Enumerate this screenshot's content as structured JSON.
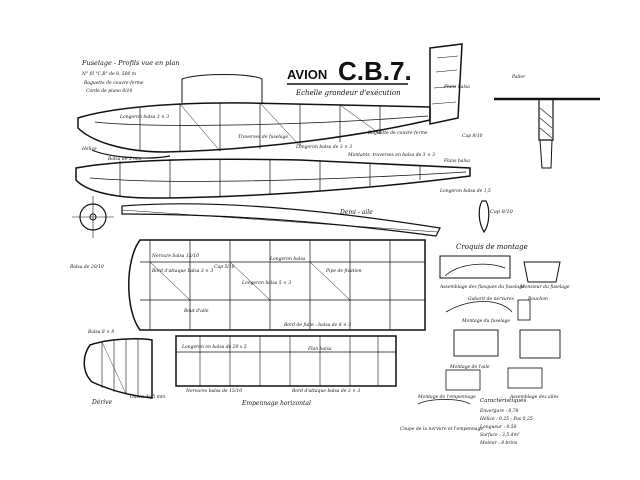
{
  "title": {
    "prefix": "AVION",
    "main": "C.B.7.",
    "subtitle": "Echelle grandeur d'exécution"
  },
  "labels": {
    "fuselage_title": "Fuselage - Profils vue en plan",
    "fuselage_note": "N° fil \"C.B\" de 8. 500 m",
    "fuselage_note2": "Baguette de couvre-ferme",
    "fuselage_note3": "Corde de piano 8/10",
    "longeron_fuselage": "Longeron balsa 3 × 3",
    "traverse_fuselage": "Traverses de fuselage",
    "baguette_cv": "Baguette de couvre-ferme",
    "longeron_balsa": "Longeron balsa de 3 × 3",
    "montants": "Montants, traverses en balsa de 3 × 3",
    "helice": "Hélice",
    "balsa_5": "Balsa de 5 mm",
    "flans_balsa": "Flans balsa",
    "longeron_balsa_15": "Longeron balsa de 1,5",
    "cap_1": "Cap 8/10",
    "cap_2": "Cap 8/10",
    "longeron_balsa_2": "Longeron balsa de 3 × 3",
    "palier": "Palier",
    "demi_aile": "Demi - aile",
    "croquis": "Croquis de montage",
    "nervure": "Nervure balsa 15/10",
    "bord_attaque": "Bord d'attaque balsa 3 × 3",
    "longeron_aile": "Longeron balsa",
    "cap_aile": "Cap 5/10",
    "longeron_5x3": "Longeron balsa 5 × 3",
    "bout_aile": "Bout d'aile",
    "bord_fuite": "Bord de fuite : balsa de 8 × 3",
    "pipe_fixation": "Pipe de fixation",
    "balsa_20": "Balsa de 20/10",
    "derive": "Dérive",
    "balsa_8": "Balsa 8 × 8",
    "ouvre_de": "Ouvre de 5 mm",
    "longeron_emp": "Longeron en balsa de 20 x 5",
    "flan_balsa": "Flan balsa",
    "nervures_emp": "Nervures balsa de 15/10",
    "bord_attaque_emp": "Bord d'attaque balsa de 3 × 3",
    "empennage": "Empennage horizontal",
    "assemblage": "Assemblage des flasques du fuselage",
    "monsieur": "Monsieur du fuselage",
    "gabarit": "Gabarit de nervures",
    "montage_fuselage": "Montage du fuselage",
    "bouchon": "Bouchon",
    "montage_ailes": "Montage de l'aile",
    "montage_empennage": "Montage de l'empennage",
    "assemblage_ailes": "Assemblage des ailes",
    "coupe": "Coupe de la nervure et l'empennage",
    "caracteristiques": "Caractéristiques",
    "envergure": "Envergure : 0,78",
    "helice_val": "Hélice : 0,25 ; Pas 0,25",
    "longueur": "Longueur : 0,50",
    "surface": "Surface : 3,5 dm²",
    "moteur": "Moteur : 8 brins"
  },
  "colors": {
    "ink": "#111111",
    "paper": "#ffffff"
  }
}
